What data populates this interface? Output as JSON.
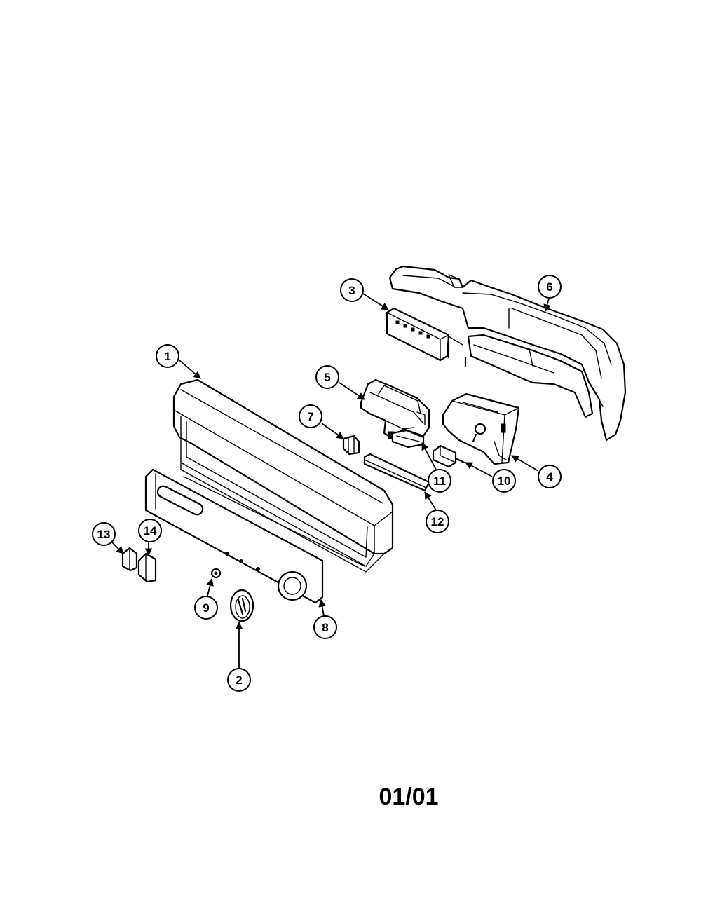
{
  "callouts": [
    {
      "num": "1"
    },
    {
      "num": "2"
    },
    {
      "num": "3"
    },
    {
      "num": "4"
    },
    {
      "num": "5"
    },
    {
      "num": "6"
    },
    {
      "num": "7"
    },
    {
      "num": "8"
    },
    {
      "num": "9"
    },
    {
      "num": "10"
    },
    {
      "num": "11"
    },
    {
      "num": "12"
    },
    {
      "num": "13"
    },
    {
      "num": "14"
    }
  ],
  "footer": {
    "page_code": "01/01"
  }
}
